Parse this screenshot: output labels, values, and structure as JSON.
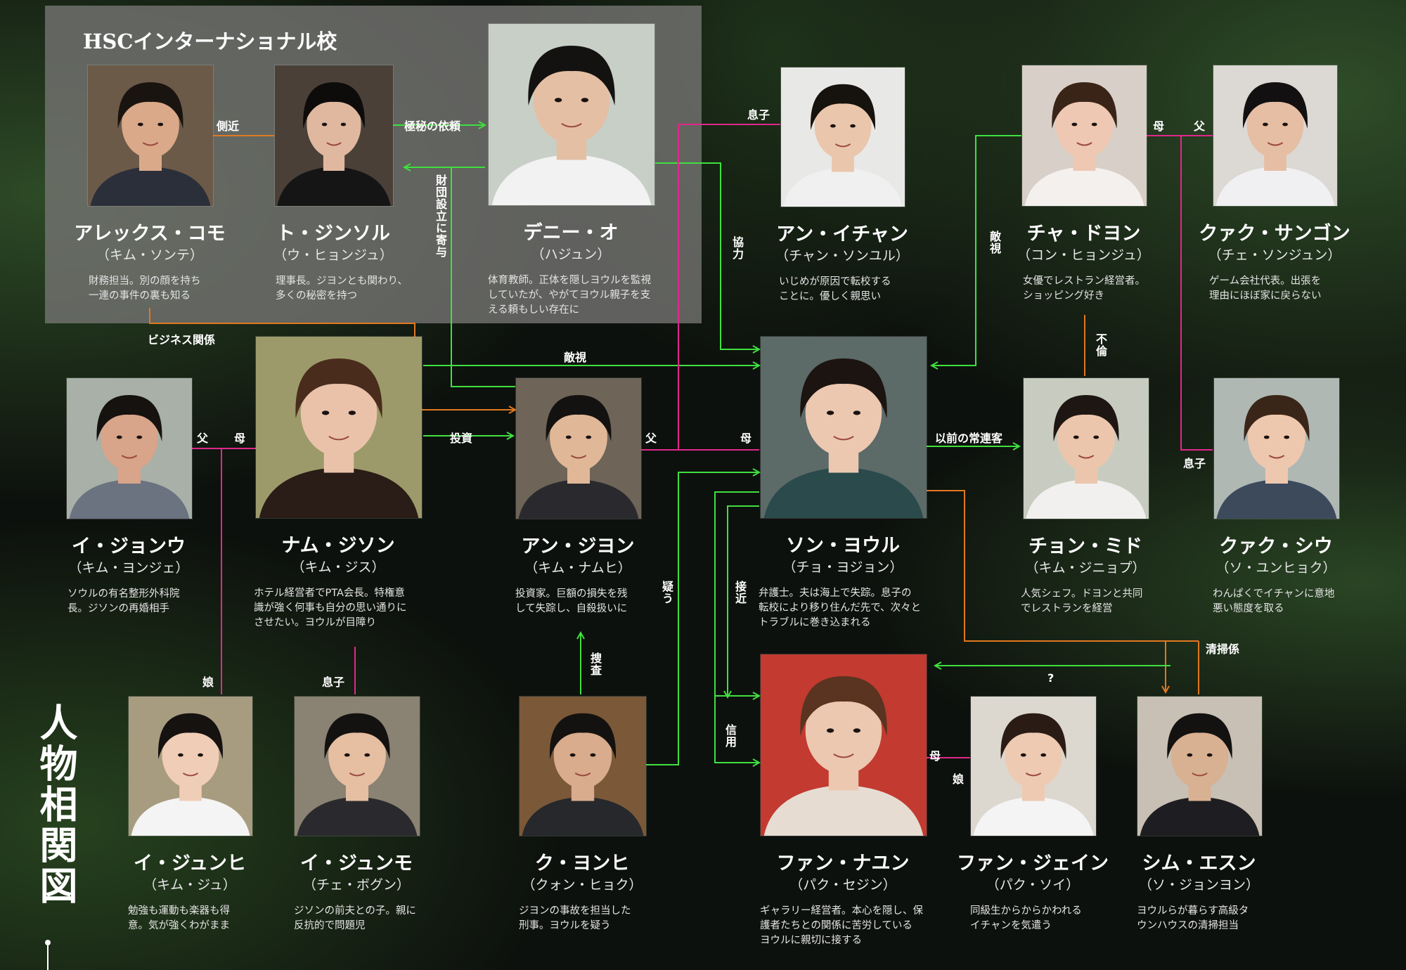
{
  "school": {
    "title": "HSCインターナショナル校"
  },
  "page_title": "人物相関図",
  "colors": {
    "green": "#3fe03f",
    "pink": "#e0288a",
    "orange": "#e07820"
  },
  "characters": {
    "alex": {
      "name": "アレックス・コモ",
      "actor": "（キム・ソンテ）",
      "desc": "財務担当。別の顔を持ち\n一連の事件の裏も知る"
    },
    "tojin": {
      "name": "ト・ジンソル",
      "actor": "（ウ・ヒョンジュ）",
      "desc": "理事長。ジヨンとも関わり、\n多くの秘密を持つ"
    },
    "danny": {
      "name": "デニー・オ",
      "actor": "（ハジュン）",
      "desc": "体育教師。正体を隠しヨウルを監視\nしていたが、やがてヨウル親子を支\nえる頼もしい存在に"
    },
    "ichan": {
      "name": "アン・イチャン",
      "actor": "（チャン・ソンユル）",
      "desc": "いじめが原因で転校する\nことに。優しく親思い"
    },
    "dayon": {
      "name": "チャ・ドヨン",
      "actor": "（コン・ヒョンジュ）",
      "desc": "女優でレストラン経営者。\nショッピング好き"
    },
    "sangon": {
      "name": "クァク・サンゴン",
      "actor": "（チェ・ソンジュン）",
      "desc": "ゲーム会社代表。出張を\n理由にほぼ家に戻らない"
    },
    "jongwoo": {
      "name": "イ・ジョンウ",
      "actor": "（キム・ヨンジェ）",
      "desc": "ソウルの有名整形外科院\n長。ジソンの再婚相手"
    },
    "jison": {
      "name": "ナム・ジソン",
      "actor": "（キム・ジス）",
      "desc": "ホテル経営者でPTA会長。特権意\n識が強く何事も自分の思い通りに\nさせたい。ヨウルが目障り"
    },
    "jiyon": {
      "name": "アン・ジヨン",
      "actor": "（キム・ナムヒ）",
      "desc": "投資家。巨額の損失を残\nして失踪し、自殺扱いに"
    },
    "youl": {
      "name": "ソン・ヨウル",
      "actor": "（チョ・ヨジョン）",
      "desc": "弁護士。夫は海上で失踪。息子の\n転校により移り住んだ先で、次々と\nトラブルに巻き込まれる"
    },
    "mido": {
      "name": "チョン・ミド",
      "actor": "（キム・ジニョプ）",
      "desc": "人気シェフ。ドヨンと共同\nでレストランを経営"
    },
    "siu": {
      "name": "クァク・シウ",
      "actor": "（ソ・ユンヒョク）",
      "desc": "わんぱくでイチャンに意地\n悪い態度を取る"
    },
    "junhi": {
      "name": "イ・ジュンヒ",
      "actor": "（キム・ジュ）",
      "desc": "勉強も運動も楽器も得\n意。気が強くわがまま"
    },
    "junmo": {
      "name": "イ・ジュンモ",
      "actor": "（チェ・ボグン）",
      "desc": "ジソンの前夫との子。親に\n反抗的で問題児"
    },
    "kuyon": {
      "name": "ク・ヨンヒ",
      "actor": "（クォン・ヒョク）",
      "desc": "ジヨンの事故を担当した\n刑事。ヨウルを疑う"
    },
    "nayun": {
      "name": "ファン・ナユン",
      "actor": "（パク・セジン）",
      "desc": "ギャラリー経営者。本心を隠し、保\n護者たちとの関係に苦労している\nヨウルに親切に接する"
    },
    "jein": {
      "name": "ファン・ジェイン",
      "actor": "（パク・ソイ）",
      "desc": "同級生からからかわれる\nイチャンを気遣う"
    },
    "esun": {
      "name": "シム・エスン",
      "actor": "（ソ・ジョンヨン）",
      "desc": "ヨウルらが暮らす高級タ\nウンハウスの清掃担当"
    }
  },
  "labels": {
    "sokkin": "側近",
    "gokuhi": "極秘の依頼",
    "zaidan": "財団設立に寄与",
    "musuko1": "息子",
    "kyoryoku": "協力",
    "tekishi_v": "敵視",
    "haha1": "母",
    "chichi1": "父",
    "business": "ビジネス関係",
    "tekishi": "敵視",
    "furin": "不倫",
    "chichi2": "父",
    "haha2": "母",
    "toushi": "投資",
    "chichi3": "父",
    "haha3": "母",
    "joren": "以前の常連客",
    "musuko2": "息子",
    "utagau": "疑う",
    "sekkin": "接近",
    "musume1": "娘",
    "musuko3": "息子",
    "sousa": "捜査",
    "shinyo": "信用",
    "seisou": "清掃係",
    "question": "?",
    "haha4": "母",
    "musume2": "娘"
  }
}
